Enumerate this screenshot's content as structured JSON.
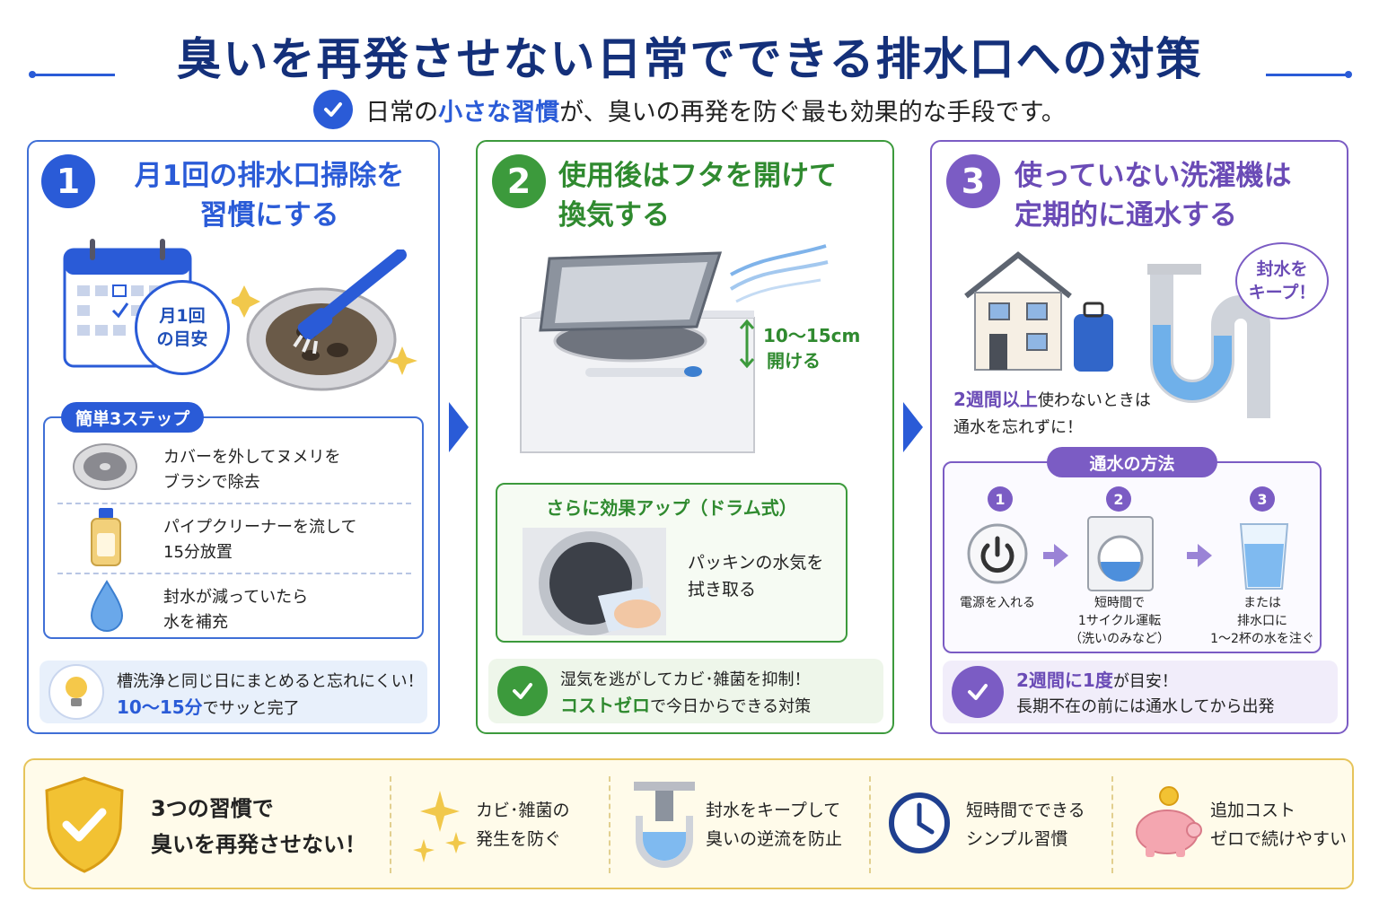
{
  "title": "臭いを再発させない日常でできる排水口への対策",
  "subtitle": {
    "pre": "日常の",
    "highlight": "小さな習慣",
    "post": "が、臭いの再発を防ぐ最も効果的な手段です。"
  },
  "panel1": {
    "number": "1",
    "title_line1": "月1回の排水口掃除を",
    "title_line2": "習慣にする",
    "badge_line1": "月1回",
    "badge_line2": "の目安",
    "steps_tag": "簡単3ステップ",
    "steps": [
      {
        "line1": "カバーを外してヌメリを",
        "line2": "ブラシで除去"
      },
      {
        "line1": "パイプクリーナーを流して",
        "line2": "15分放置"
      },
      {
        "line1": "封水が減っていたら",
        "line2": "水を補充"
      }
    ],
    "tip_line1": "槽洗浄と同じ日にまとめると忘れにくい！",
    "tip_highlight": "10〜15分",
    "tip_line2_rest": "でサッと完了"
  },
  "panel2": {
    "number": "2",
    "title_line1": "使用後はフタを開けて",
    "title_line2": "換気する",
    "measure_line1": "10〜15cm",
    "measure_line2": "開ける",
    "box_title": "さらに効果アップ（ドラム式）",
    "box_line1": "パッキンの水気を",
    "box_line2": "拭き取る",
    "bottom_line1": "湿気を逃がしてカビ･雑菌を抑制！",
    "bottom_highlight": "コストゼロ",
    "bottom_line2_rest": "で今日からできる対策"
  },
  "panel3": {
    "number": "3",
    "title_line1": "使っていない洗濯機は",
    "title_line2": "定期的に通水する",
    "bubble_line1": "封水を",
    "bubble_line2": "キープ！",
    "note_highlight": "2週間以上",
    "note_line1_rest": "使わないときは",
    "note_line2": "通水を忘れずに！",
    "method_tag": "通水の方法",
    "methods": [
      {
        "num": "1",
        "line1": "電源を入れる",
        "line2": "",
        "line3": ""
      },
      {
        "num": "2",
        "line1": "短時間で",
        "line2": "1サイクル運転",
        "line3": "（洗いのみなど）"
      },
      {
        "num": "3",
        "line1": "または",
        "line2": "排水口に",
        "line3": "1〜2杯の水を注ぐ"
      }
    ],
    "bottom_highlight": "2週間に1度",
    "bottom_line1_rest": "が目安！",
    "bottom_line2": "長期不在の前には通水してから出発"
  },
  "footer": {
    "main_line1": "3つの習慣で",
    "main_line2": "臭いを再発させない！",
    "items": [
      {
        "line1": "カビ･雑菌の",
        "line2": "発生を防ぐ"
      },
      {
        "line1": "封水をキープして",
        "line2": "臭いの逆流を防止"
      },
      {
        "line1": "短時間でできる",
        "line2": "シンプル習慣"
      },
      {
        "line1": "追加コスト",
        "line2": "ゼロで続けやすい"
      }
    ]
  },
  "colors": {
    "blue": "#2a5bd7",
    "green": "#3c9a3c",
    "purple": "#7b5cc4",
    "gold": "#e6c45a",
    "navy": "#14307a"
  }
}
